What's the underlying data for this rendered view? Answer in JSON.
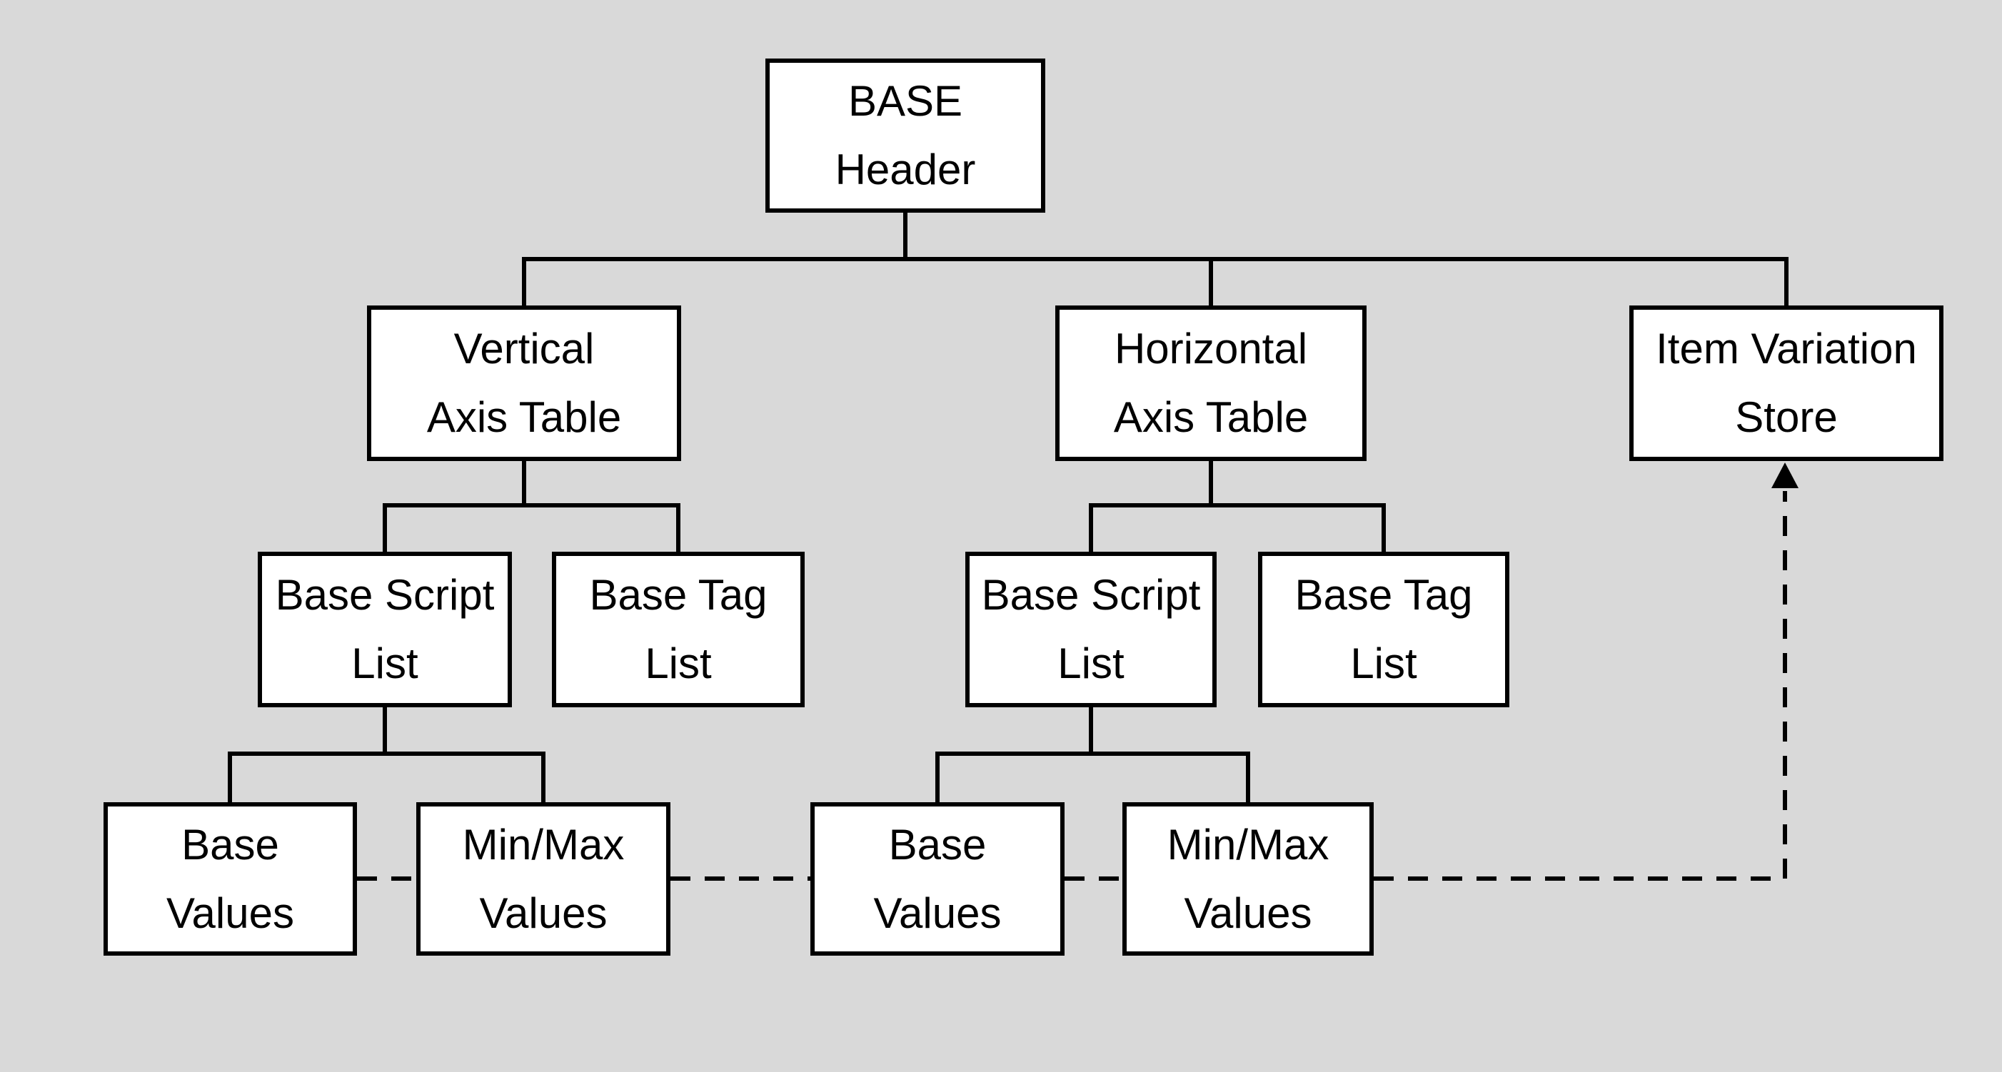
{
  "diagram": {
    "colors": {
      "background": "#d9d9d9",
      "box_fill": "#ffffff",
      "line": "#000000",
      "text": "#000000"
    },
    "nodes": {
      "base_header": {
        "label": "BASE\nHeader"
      },
      "vertical_axis_table": {
        "label": "Vertical\nAxis Table"
      },
      "horizontal_axis_table": {
        "label": "Horizontal\nAxis Table"
      },
      "item_variation_store": {
        "label": "Item Variation\nStore"
      },
      "base_script_list_left": {
        "label": "Base Script\nList"
      },
      "base_tag_list_left": {
        "label": "Base Tag\nList"
      },
      "base_script_list_right": {
        "label": "Base Script\nList"
      },
      "base_tag_list_right": {
        "label": "Base Tag\nList"
      },
      "base_values_left": {
        "label": "Base\nValues"
      },
      "minmax_values_left": {
        "label": "Min/Max\nValues"
      },
      "base_values_right": {
        "label": "Base\nValues"
      },
      "minmax_values_right": {
        "label": "Min/Max\nValues"
      }
    },
    "hierarchy": {
      "root": "base_header",
      "children": {
        "base_header": [
          "vertical_axis_table",
          "horizontal_axis_table",
          "item_variation_store"
        ],
        "vertical_axis_table": [
          "base_script_list_left",
          "base_tag_list_left"
        ],
        "horizontal_axis_table": [
          "base_script_list_right",
          "base_tag_list_right"
        ],
        "base_script_list_left": [
          "base_values_left",
          "minmax_values_left"
        ],
        "base_script_list_right": [
          "base_values_right",
          "minmax_values_right"
        ]
      },
      "dashed_links": [
        {
          "from": "base_values_left",
          "to": "minmax_values_left",
          "style": "dashed"
        },
        {
          "from": "minmax_values_left",
          "to": "base_values_right",
          "style": "dashed"
        },
        {
          "from": "base_values_right",
          "to": "minmax_values_right",
          "style": "dashed"
        },
        {
          "from": "minmax_values_right",
          "to": "item_variation_store",
          "style": "dashed-arrow-up"
        }
      ]
    }
  }
}
